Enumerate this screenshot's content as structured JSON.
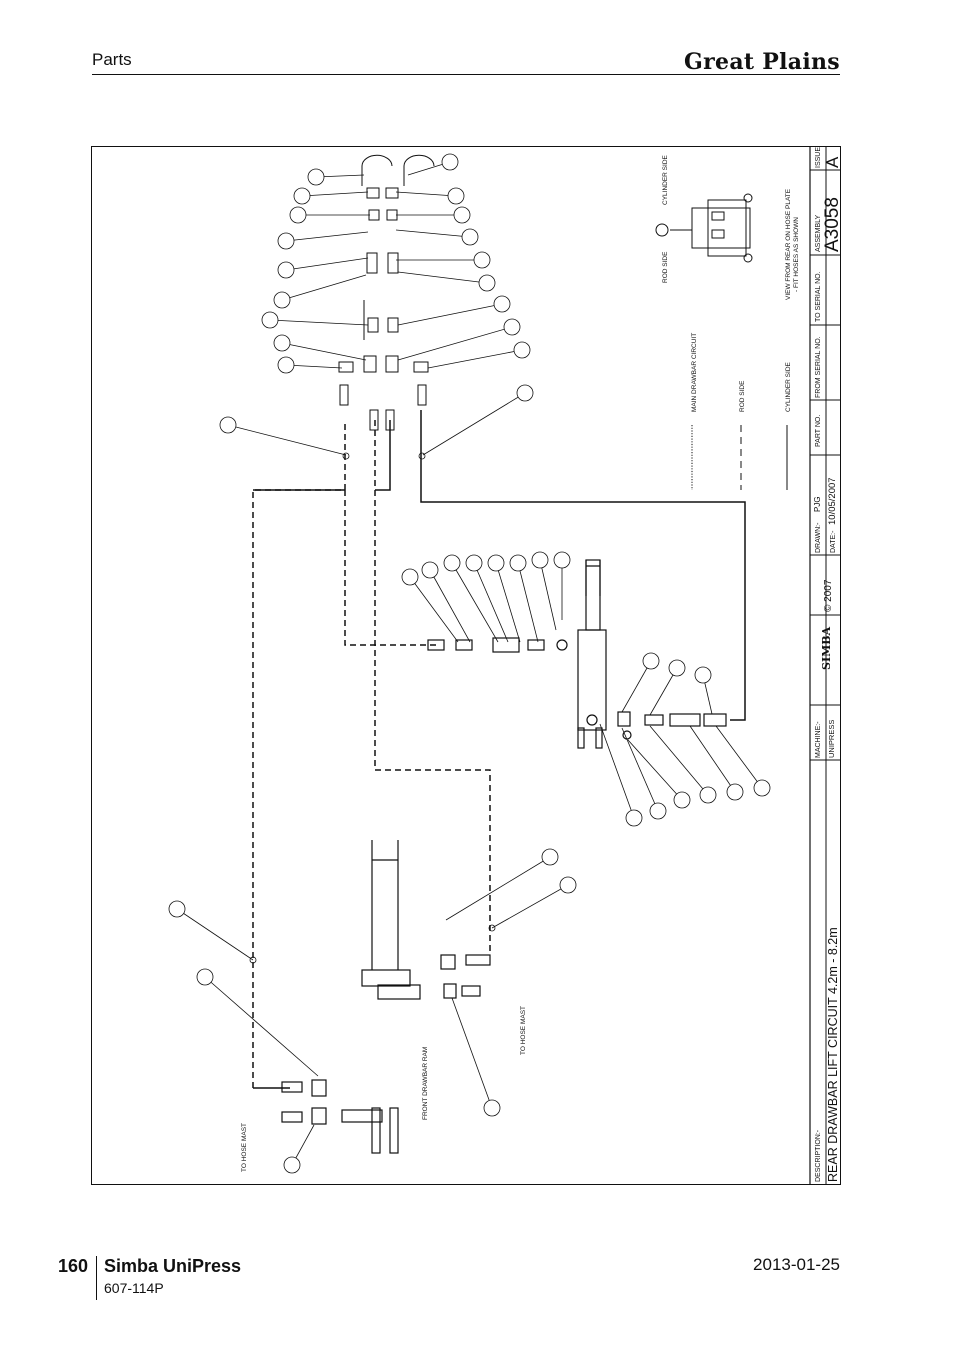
{
  "header": {
    "section": "Parts",
    "brand": "Great Plains"
  },
  "drawing": {
    "title_block": {
      "description_label": "DESCRIPTION:-",
      "description": "REAR DRAWBAR LIFT CIRCUIT 4.2m - 8.2m",
      "machine_label": "MACHINE:-",
      "machine": "UNIPRESS",
      "logo": "SIMBA",
      "copyright": "© 2007",
      "drawn_label": "DRAWN:-",
      "drawn_by": "PJG",
      "date_label": "DATE:-",
      "date": "10/05/2007",
      "part_no_label": "PART NO.",
      "from_serial_label": "FROM SERIAL NO.",
      "to_serial_label": "TO SERIAL NO.",
      "assembly_label": "ASSEMBLY",
      "assembly": "A3058",
      "issue_label": "ISSUE",
      "issue": "A"
    },
    "notes": {
      "view_line1": "VIEW FROM REAR ON HOSE PLATE",
      "view_line2": "- FIT HOSES AS SHOWN",
      "rod_side": "ROD SIDE",
      "cylinder_side": "CYLINDER SIDE"
    },
    "legend": {
      "main": "MAIN DRAWBAR CIRCUIT",
      "rod": "ROD SIDE",
      "cylinder": "CYLINDER SIDE"
    },
    "labels": {
      "to_hose_mast_1": "TO HOSE MAST",
      "to_hose_mast_2": "TO HOSE MAST",
      "front_ram": "FRONT DRAWBAR RAM"
    }
  },
  "footer": {
    "page_number": "160",
    "title": "Simba UniPress",
    "code": "607-114P",
    "date": "2013-01-25"
  }
}
